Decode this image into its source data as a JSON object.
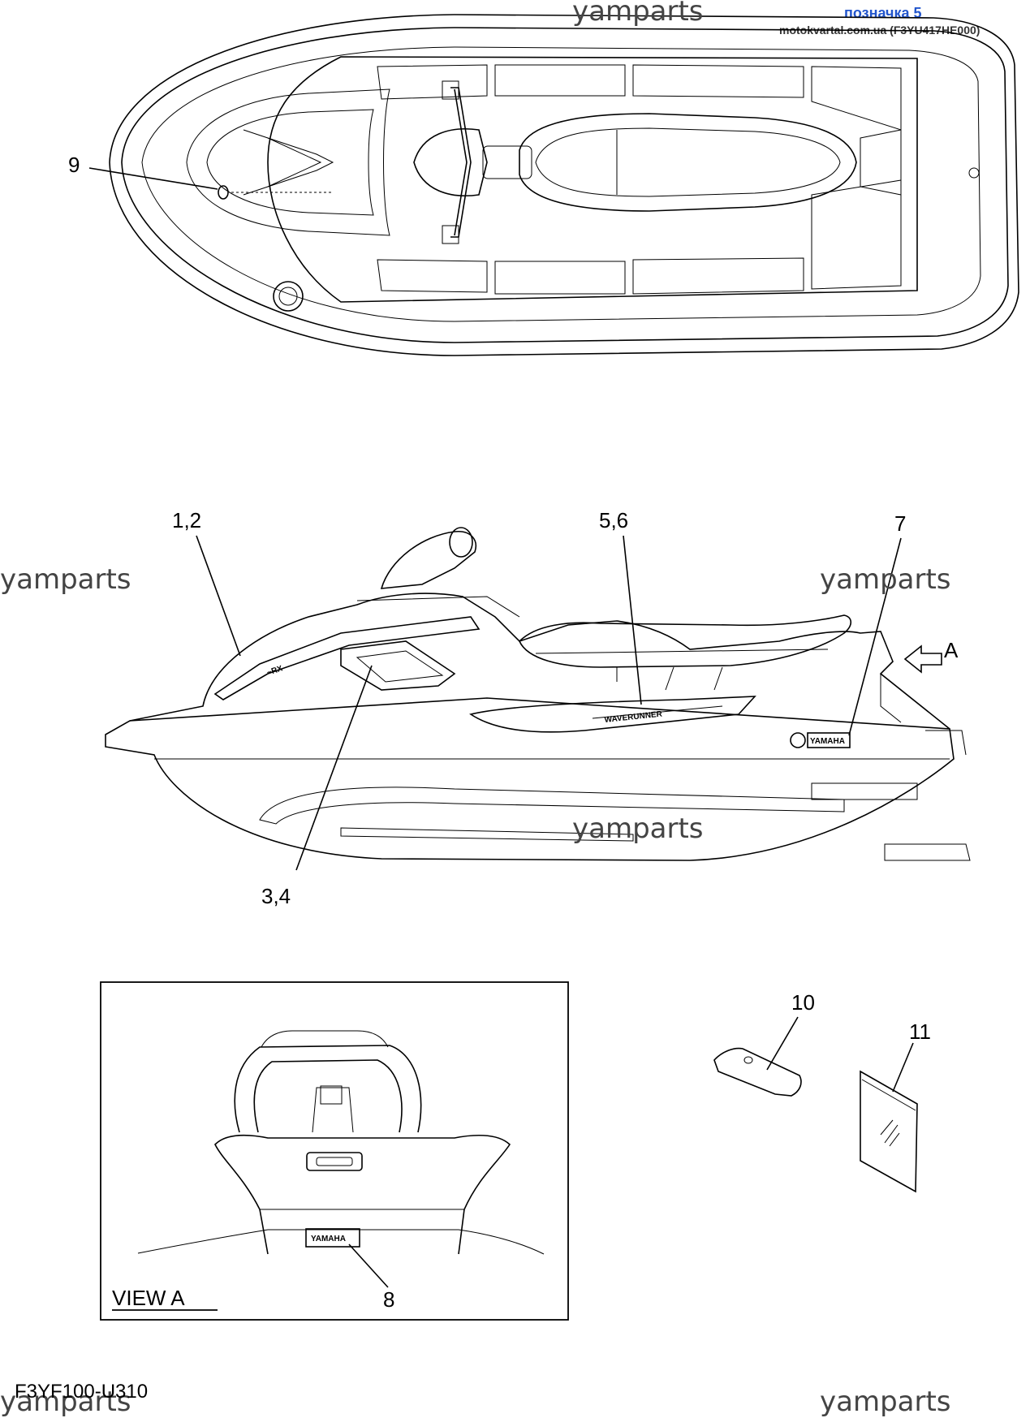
{
  "header": {
    "label": "позначка 5",
    "site": "motokvartal.com.ua (F3YU417HE000)"
  },
  "watermark": "yamparts",
  "diagram_code": "F3YF100-U310",
  "view_label": "VIEW A",
  "direction_label": "A",
  "emblem_text": "YAMAHA",
  "callouts": {
    "c9": "9",
    "c12": "1,2",
    "c56": "5,6",
    "c7": "7",
    "c34": "3,4",
    "c8": "8",
    "c10": "10",
    "c11": "11"
  },
  "icons": [
    "top-view-watercraft",
    "side-view-watercraft",
    "rear-view-watercraft",
    "arrow-left-icon",
    "decal-tag-icon",
    "decal-sheet-icon"
  ]
}
